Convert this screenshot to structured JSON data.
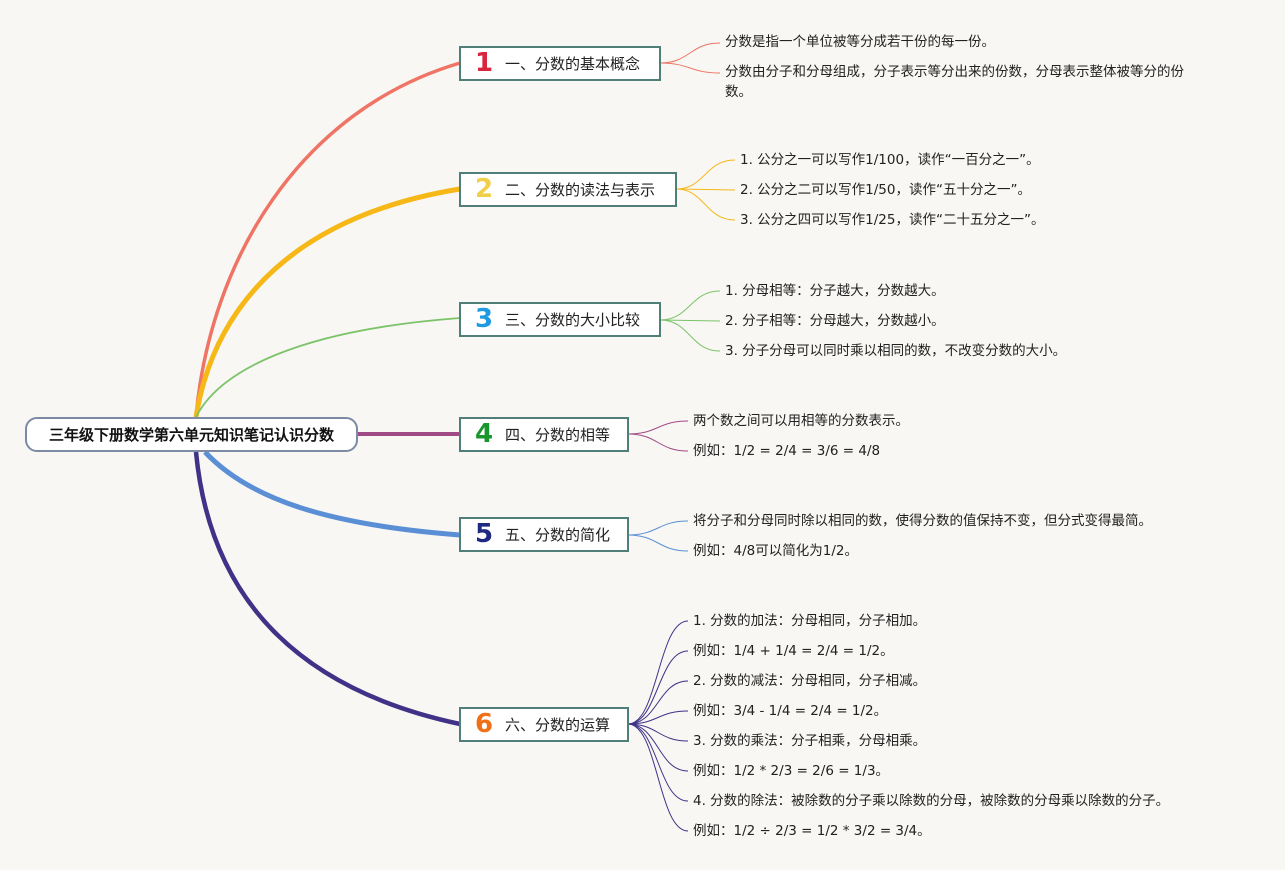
{
  "root": {
    "label": "三年级下册数学第六单元知识笔记认识分数"
  },
  "branches": [
    {
      "number": "1",
      "label": "一、分数的基本概念",
      "color": "#ef7465",
      "number_color": "#d7263d"
    },
    {
      "number": "2",
      "label": "二、分数的读法与表示",
      "color": "#f6b817",
      "number_color": "#f2cf4a"
    },
    {
      "number": "3",
      "label": "三、分数的大小比较",
      "color": "#7cc36a",
      "number_color": "#1e9be0"
    },
    {
      "number": "4",
      "label": "四、分数的相等",
      "color": "#a04a86",
      "number_color": "#17962e"
    },
    {
      "number": "5",
      "label": "五、分数的简化",
      "color": "#5a8fd6",
      "number_color": "#1e2a80"
    },
    {
      "number": "6",
      "label": "六、分数的运算",
      "color": "#3f3287",
      "number_color": "#f07018"
    }
  ],
  "leaves": {
    "b1": [
      "分数是指一个单位被等分成若干份的每一份。",
      "分数由分子和分母组成，分子表示等分出来的份数，分母表示整体被等分的份数。"
    ],
    "b2": [
      "1. 公分之一可以写作1/100，读作“一百分之一”。",
      "2. 公分之二可以写作1/50，读作“五十分之一”。",
      "3. 公分之四可以写作1/25，读作“二十五分之一”。"
    ],
    "b3": [
      "1. 分母相等：分子越大，分数越大。",
      "2. 分子相等：分母越大，分数越小。",
      "3. 分子分母可以同时乘以相同的数，不改变分数的大小。"
    ],
    "b4": [
      "两个数之间可以用相等的分数表示。",
      "例如：1/2 = 2/4 = 3/6 = 4/8"
    ],
    "b5": [
      "将分子和分母同时除以相同的数，使得分数的值保持不变，但分式变得最简。",
      "例如：4/8可以简化为1/2。"
    ],
    "b6": [
      "1. 分数的加法：分母相同，分子相加。",
      "例如：1/4 + 1/4 = 2/4 = 1/2。",
      "2. 分数的减法：分母相同，分子相减。",
      "例如：3/4 - 1/4 = 2/4 = 1/2。",
      "3. 分数的乘法：分子相乘，分母相乘。",
      "例如：1/2 * 2/3 = 2/6 = 1/3。",
      "4. 分数的除法：被除数的分子乘以除数的分母，被除数的分母乘以除数的分子。",
      "例如：1/2 ÷ 2/3 = 1/2 * 3/2 = 3/4。"
    ]
  }
}
